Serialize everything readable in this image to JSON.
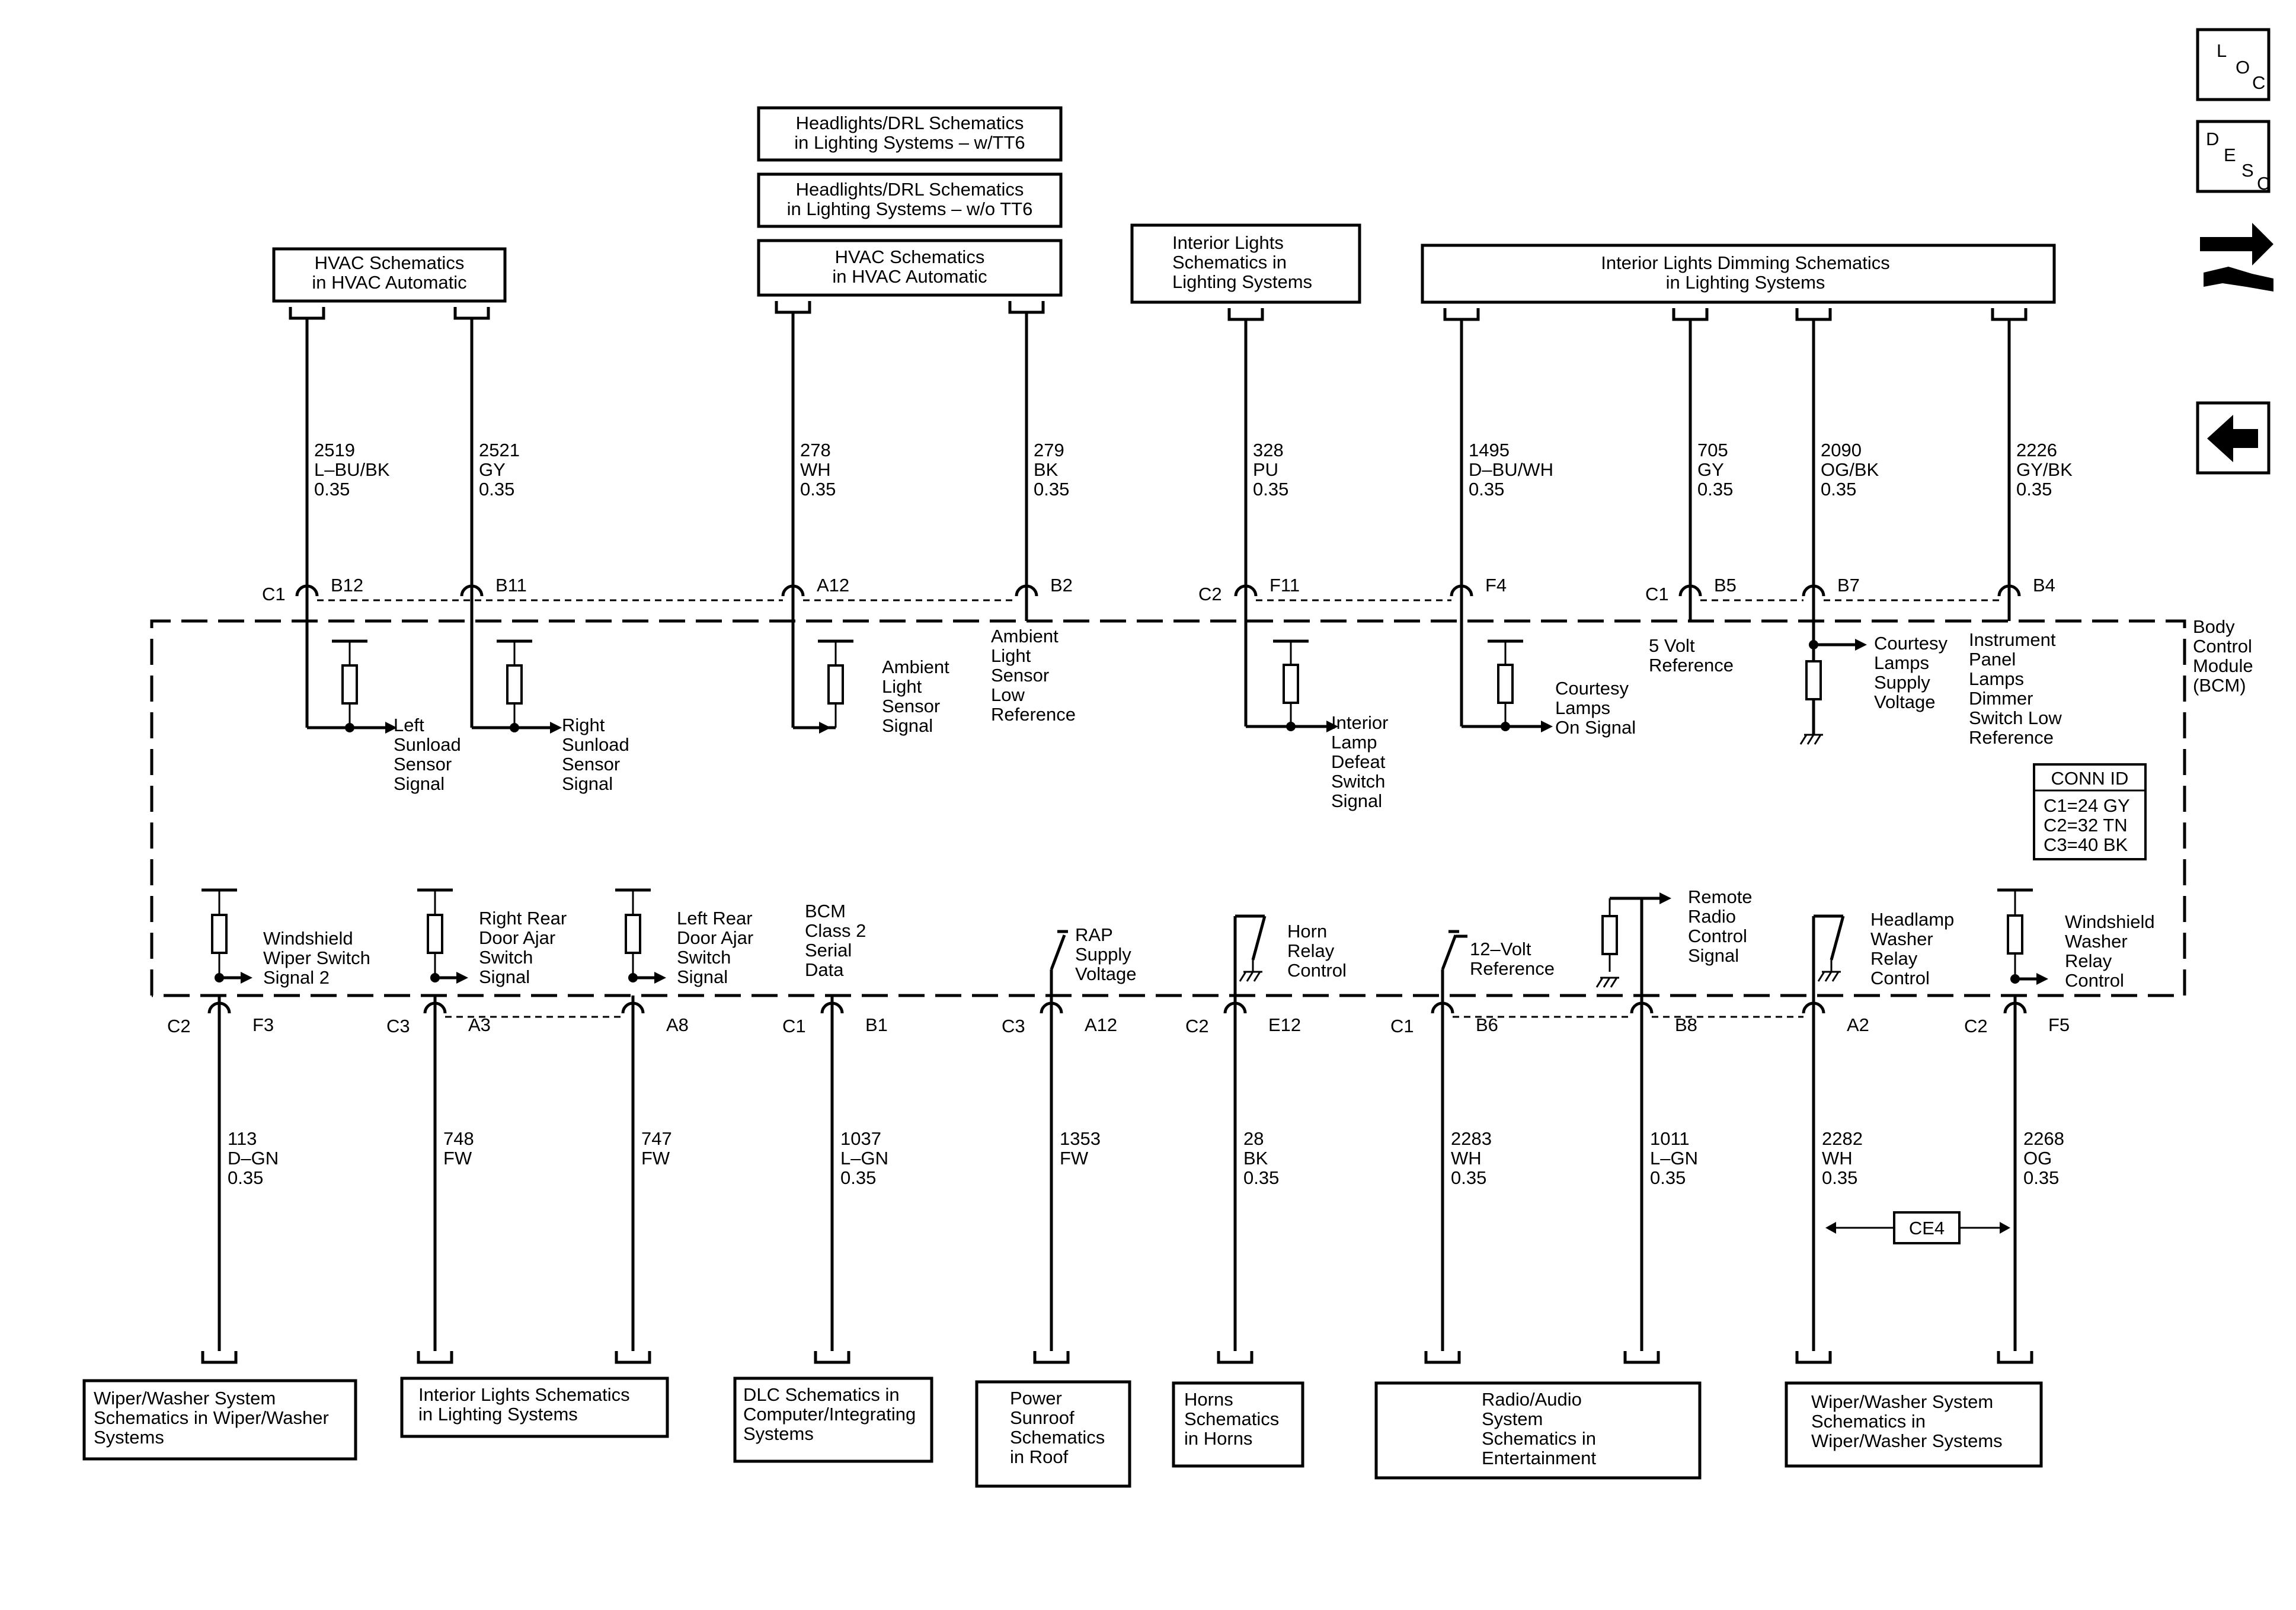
{
  "nav": {
    "loc": [
      "L",
      "O",
      "C"
    ],
    "desc": [
      "D",
      "E",
      "S",
      "C"
    ],
    "back_icon": "arrow-left-icon",
    "swap_icon": "connector-swap-icon"
  },
  "top_refs": [
    [
      "HVAC Schematics",
      "in HVAC Automatic"
    ],
    [
      "Headlights/DRL Schematics",
      "in Lighting Systems – w/TT6"
    ],
    [
      "Headlights/DRL Schematics",
      "in Lighting Systems – w/o TT6"
    ],
    [
      "HVAC Schematics",
      "in HVAC Automatic"
    ],
    [
      "Interior Lights",
      "Schematics in",
      "Lighting Systems"
    ],
    [
      "Interior Lights Dimming Schematics",
      "in Lighting Systems"
    ]
  ],
  "top_wires": [
    [
      "2519",
      "L–BU/BK",
      "0.35"
    ],
    [
      "2521",
      "GY",
      "0.35"
    ],
    [
      "278",
      "WH",
      "0.35"
    ],
    [
      "279",
      "BK",
      "0.35"
    ],
    [
      "328",
      "PU",
      "0.35"
    ],
    [
      "1495",
      "D–BU/WH",
      "0.35"
    ],
    [
      "705",
      "GY",
      "0.35"
    ],
    [
      "2090",
      "OG/BK",
      "0.35"
    ],
    [
      "2226",
      "GY/BK",
      "0.35"
    ]
  ],
  "top_pins": [
    "B12",
    "B11",
    "A12",
    "B2",
    "F11",
    "F4",
    "B5",
    "B7",
    "B4"
  ],
  "top_conns": [
    "C1",
    "C2",
    "C1"
  ],
  "top_signals": [
    [
      "Left",
      "Sunload",
      "Sensor",
      "Signal"
    ],
    [
      "Right",
      "Sunload",
      "Sensor",
      "Signal"
    ],
    [
      "Ambient",
      "Light",
      "Sensor",
      "Signal"
    ],
    [
      "Ambient",
      "Light",
      "Sensor",
      "Low",
      "Reference"
    ],
    [
      "Interior",
      "Lamp",
      "Defeat",
      "Switch",
      "Signal"
    ],
    [
      "Courtesy",
      "Lamps",
      "On Signal"
    ],
    [
      "5 Volt",
      "Reference"
    ],
    [
      "Courtesy",
      "Lamps",
      "Supply",
      "Voltage"
    ],
    [
      "Instrument",
      "Panel",
      "Lamps",
      "Dimmer",
      "Switch Low",
      "Reference"
    ]
  ],
  "module": [
    "Body",
    "Control",
    "Module",
    "(BCM)"
  ],
  "conn_id": {
    "title": "CONN ID",
    "rows": [
      "C1=24 GY",
      "C2=32 TN",
      "C3=40 BK"
    ]
  },
  "bottom_signals": [
    [
      "Windshield",
      "Wiper Switch",
      "Signal 2"
    ],
    [
      "Right Rear",
      "Door Ajar",
      "Switch",
      "Signal"
    ],
    [
      "Left Rear",
      "Door Ajar",
      "Switch",
      "Signal"
    ],
    [
      "BCM",
      "Class 2",
      "Serial",
      "Data"
    ],
    [
      "RAP",
      "Supply",
      "Voltage"
    ],
    [
      "Horn",
      "Relay",
      "Control"
    ],
    [
      "12–Volt",
      "Reference"
    ],
    [
      "Remote",
      "Radio",
      "Control",
      "Signal"
    ],
    [
      "Headlamp",
      "Washer",
      "Relay",
      "Control"
    ],
    [
      "Windshield",
      "Washer",
      "Relay",
      "Control"
    ]
  ],
  "bottom_conns": [
    "C2",
    "C3",
    "C1",
    "C3",
    "C2",
    "C1",
    "C2"
  ],
  "bottom_pins": [
    "F3",
    "A3",
    "A8",
    "B1",
    "A12",
    "E12",
    "B6",
    "B8",
    "A2",
    "F5"
  ],
  "bottom_wires": [
    [
      "113",
      "D–GN",
      "0.35"
    ],
    [
      "748",
      "FW"
    ],
    [
      "747",
      "FW"
    ],
    [
      "1037",
      "L–GN",
      "0.35"
    ],
    [
      "1353",
      "FW"
    ],
    [
      "28",
      "BK",
      "0.35"
    ],
    [
      "2283",
      "WH",
      "0.35"
    ],
    [
      "1011",
      "L–GN",
      "0.35"
    ],
    [
      "2282",
      "WH",
      "0.35"
    ],
    [
      "2268",
      "OG",
      "0.35"
    ]
  ],
  "ce4": "CE4",
  "bottom_refs": [
    [
      "Wiper/Washer System",
      "Schematics in Wiper/Washer",
      "Systems"
    ],
    [
      "Interior Lights Schematics",
      "in Lighting Systems"
    ],
    [
      "DLC Schematics in",
      "Computer/Integrating",
      "Systems"
    ],
    [
      "Power",
      "Sunroof",
      "Schematics",
      "in Roof"
    ],
    [
      "Horns",
      "Schematics",
      "in Horns"
    ],
    [
      "Radio/Audio",
      "System",
      "Schematics in",
      "Entertainment"
    ],
    [
      "Wiper/Washer System",
      "Schematics in",
      "Wiper/Washer Systems"
    ]
  ]
}
